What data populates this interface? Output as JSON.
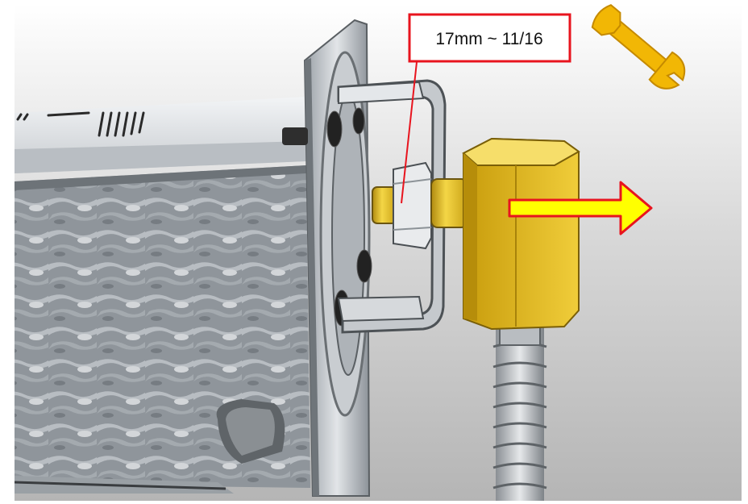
{
  "callout": {
    "size_label": "17mm ~ 11/16",
    "box_color": "#e8141e",
    "leader_color": "#e8141e"
  },
  "icons": {
    "tool": "wrench-icon",
    "direction": "arrow-right-icon",
    "tool_color": "#f2b705",
    "arrow_fill": "#ffff00",
    "arrow_stroke": "#e8141e"
  },
  "parts": {
    "coupling_color": "#e3b820",
    "rail_texture": "galvanized",
    "rod": "threaded-rod"
  }
}
